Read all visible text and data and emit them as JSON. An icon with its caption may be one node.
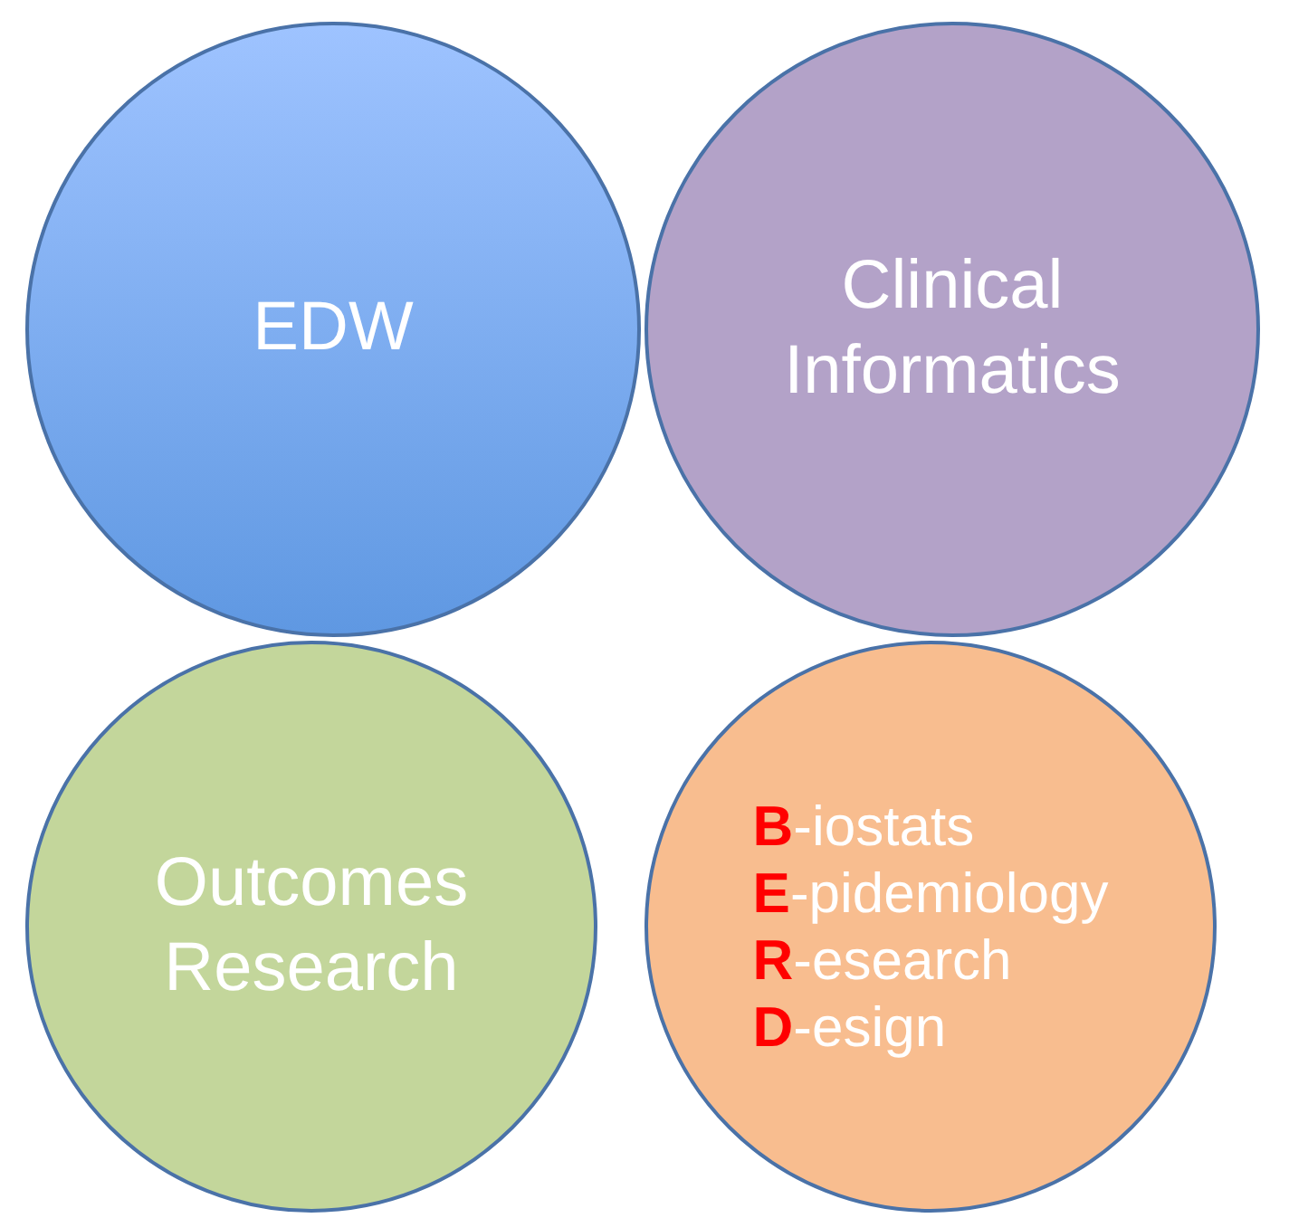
{
  "diagram": {
    "nodes": [
      {
        "text": [
          "EDW"
        ]
      },
      {
        "text": [
          "Clinical Informatics"
        ]
      },
      {
        "text": [
          "Outcomes Research"
        ]
      },
      {
        "text": [
          "**B**-iostats",
          "**E**-pidemiology",
          "**R**-esearch",
          "**D**-esign"
        ]
      }
    ]
  }
}
